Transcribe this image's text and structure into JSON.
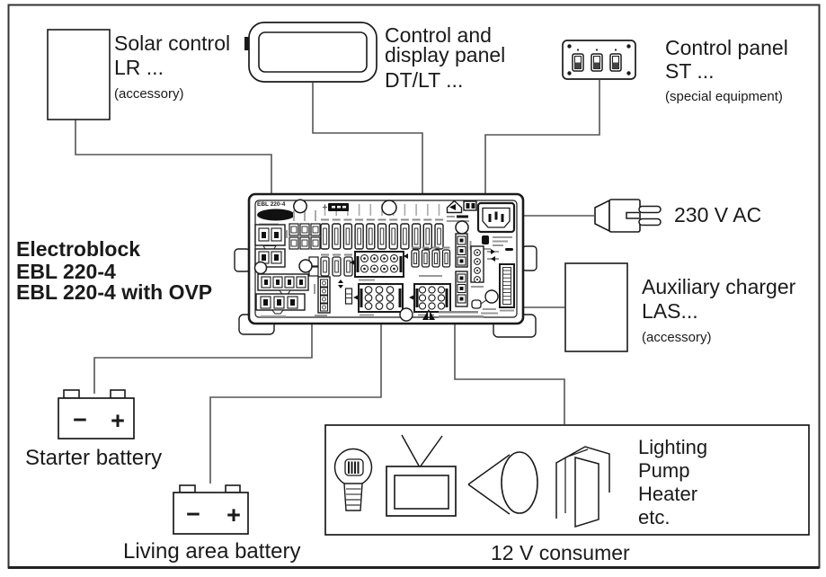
{
  "diagram": {
    "title_block": {
      "line1": "Electroblock",
      "line2": "EBL 220-4",
      "line3": "EBL 220-4 with OVP"
    },
    "board_label": "EBL 220-4",
    "solar": {
      "line1": "Solar control",
      "line2": "LR ...",
      "note": "(accessory)"
    },
    "display_panel": {
      "line1": "Control and",
      "line2": "display panel",
      "line3": "DT/LT ..."
    },
    "control_panel": {
      "line1": "Control panel",
      "line2": "ST ...",
      "note": "(special equipment)"
    },
    "mains_label": "230 V AC",
    "aux_charger": {
      "line1": "Auxiliary charger",
      "line2": "LAS...",
      "note": "(accessory)"
    },
    "starter_battery": {
      "label": "Starter battery",
      "minus": "−",
      "plus": "+"
    },
    "living_battery": {
      "label": "Living area battery",
      "minus": "−",
      "plus": "+"
    },
    "consumer": {
      "label": "12 V consumer",
      "items": [
        "Lighting",
        "Pump",
        "Heater",
        "etc."
      ]
    }
  },
  "colors": {
    "ink": "#1a1a1a",
    "wire": "#555555",
    "border": "#333333",
    "background": "#ffffff"
  }
}
